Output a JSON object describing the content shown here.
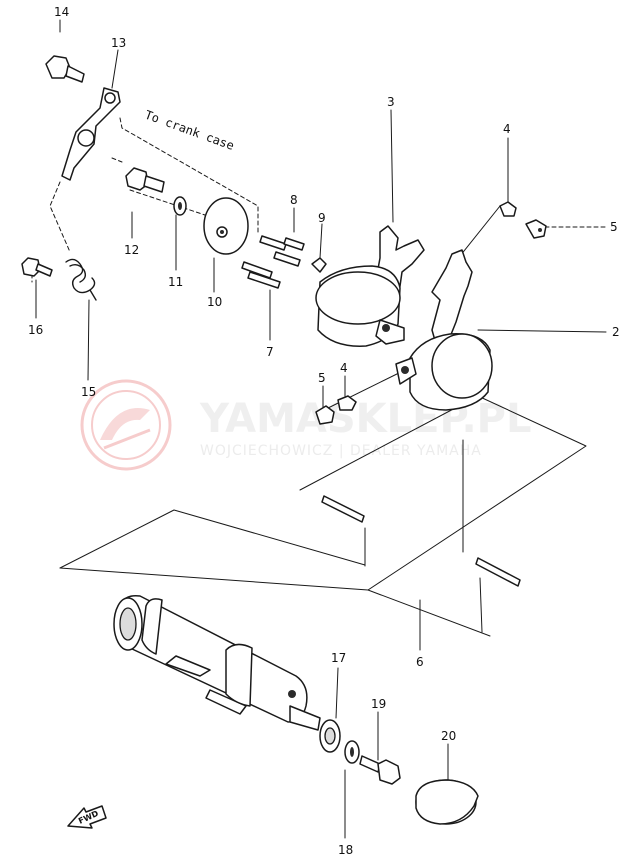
{
  "diagram": {
    "callouts": [
      {
        "id": "c1",
        "text": "14"
      },
      {
        "id": "c2",
        "text": "13"
      },
      {
        "id": "c3",
        "text": "3"
      },
      {
        "id": "c4",
        "text": "4"
      },
      {
        "id": "c5",
        "text": "5"
      },
      {
        "id": "c6",
        "text": "8"
      },
      {
        "id": "c7",
        "text": "9"
      },
      {
        "id": "c8",
        "text": "12"
      },
      {
        "id": "c9",
        "text": "11"
      },
      {
        "id": "c10",
        "text": "10"
      },
      {
        "id": "c11",
        "text": "16"
      },
      {
        "id": "c12",
        "text": "15"
      },
      {
        "id": "c13",
        "text": "7"
      },
      {
        "id": "c14",
        "text": "2"
      },
      {
        "id": "c15",
        "text": "5"
      },
      {
        "id": "c16",
        "text": "4"
      },
      {
        "id": "c17",
        "text": "6"
      },
      {
        "id": "c18",
        "text": "17"
      },
      {
        "id": "c19",
        "text": "19"
      },
      {
        "id": "c20",
        "text": "20"
      },
      {
        "id": "c21",
        "text": "18"
      }
    ],
    "note": "To crank case",
    "direction_label": "FWD"
  },
  "watermark": {
    "title": "YAMASKLEP.PL",
    "subtitle": "WOJCIECHOWICZ | DEALER YAMAHA",
    "color": "#e94a4a"
  }
}
